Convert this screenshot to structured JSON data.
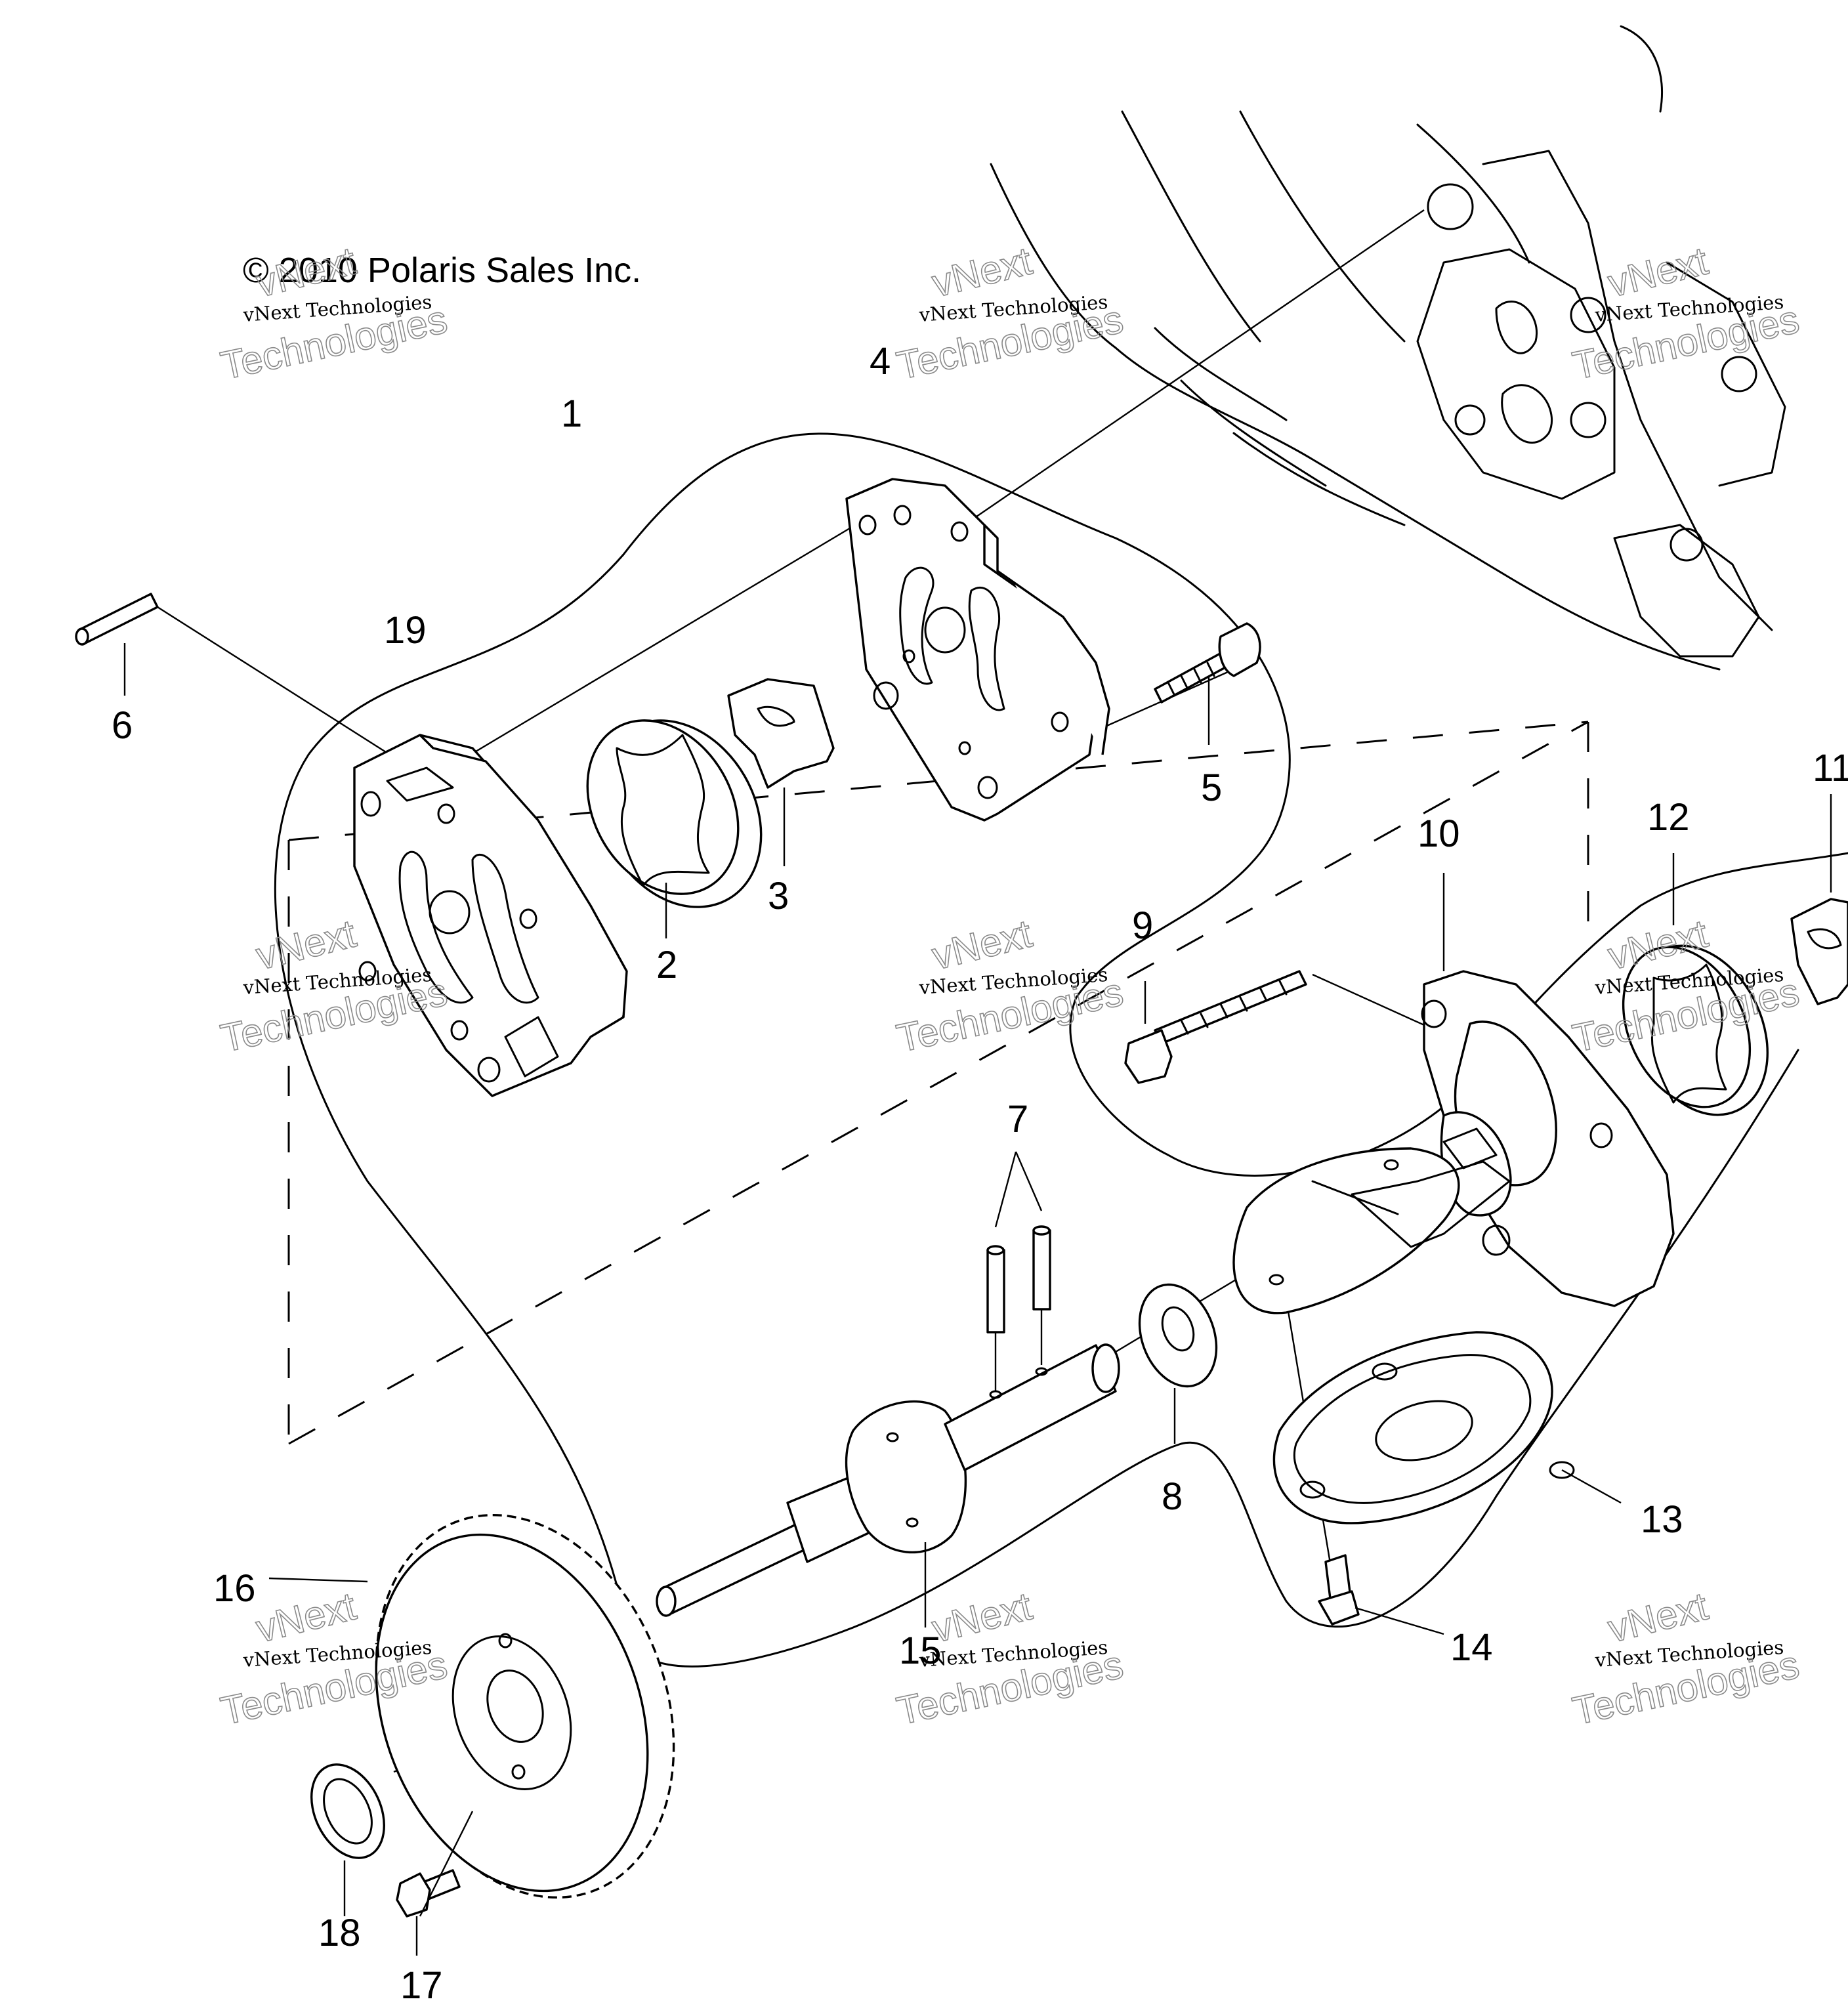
{
  "copyright": "© 2010 Polaris Sales Inc.",
  "watermark": {
    "line1": "vNext Technologies",
    "line2": "vNext",
    "line3": "Technologies"
  },
  "callouts": [
    "1",
    "2",
    "3",
    "4",
    "5",
    "6",
    "7",
    "8",
    "9",
    "10",
    "11",
    "12",
    "13",
    "14",
    "15",
    "16",
    "17",
    "18",
    "19"
  ]
}
